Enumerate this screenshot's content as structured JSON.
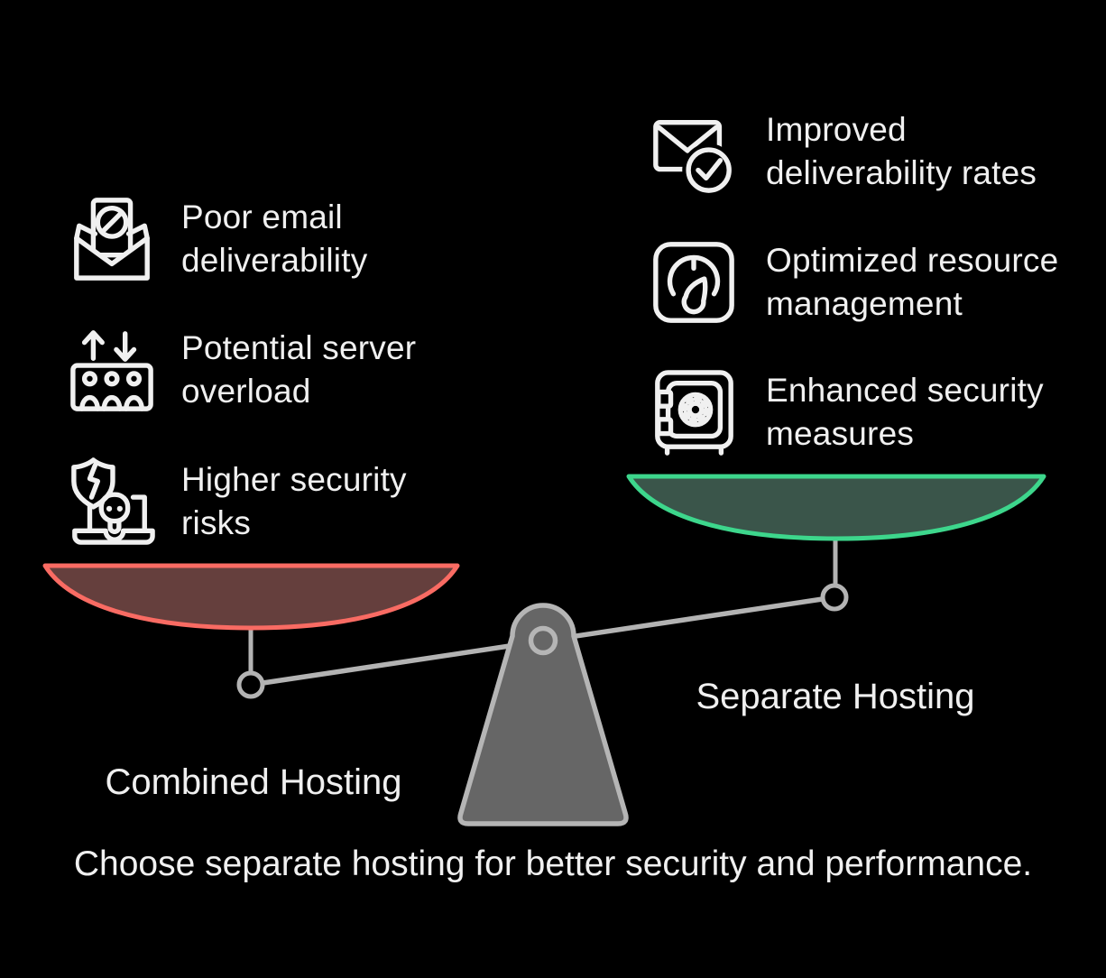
{
  "colors": {
    "background": "#000000",
    "text": "#f0f0f0",
    "icon": "#f0f0f0",
    "red_pan_stroke": "#f96b63",
    "red_pan_fill": "#653f3d",
    "green_pan_stroke": "#3dd68c",
    "green_pan_fill": "#3a554a",
    "beam": "#b3b3b3",
    "fulcrum_fill": "#666666",
    "fulcrum_stroke": "#b5b5b5"
  },
  "left_column": {
    "side": "Combined Hosting drawbacks",
    "items": [
      {
        "icon": "blocked-email-icon",
        "label": "Poor email deliverability"
      },
      {
        "icon": "server-overload-icon",
        "label": "Potential server overload"
      },
      {
        "icon": "security-risk-icon",
        "label": "Higher security risks"
      }
    ]
  },
  "right_column": {
    "side": "Separate Hosting benefits",
    "items": [
      {
        "icon": "email-check-icon",
        "label": "Improved deliverability rates"
      },
      {
        "icon": "gauge-icon",
        "label": "Optimized resource management"
      },
      {
        "icon": "safe-icon",
        "label": "Enhanced security measures"
      }
    ]
  },
  "scale": {
    "left_pan_label": "Combined Hosting",
    "right_pan_label": "Separate Hosting"
  },
  "caption": "Choose separate hosting for better security and performance."
}
